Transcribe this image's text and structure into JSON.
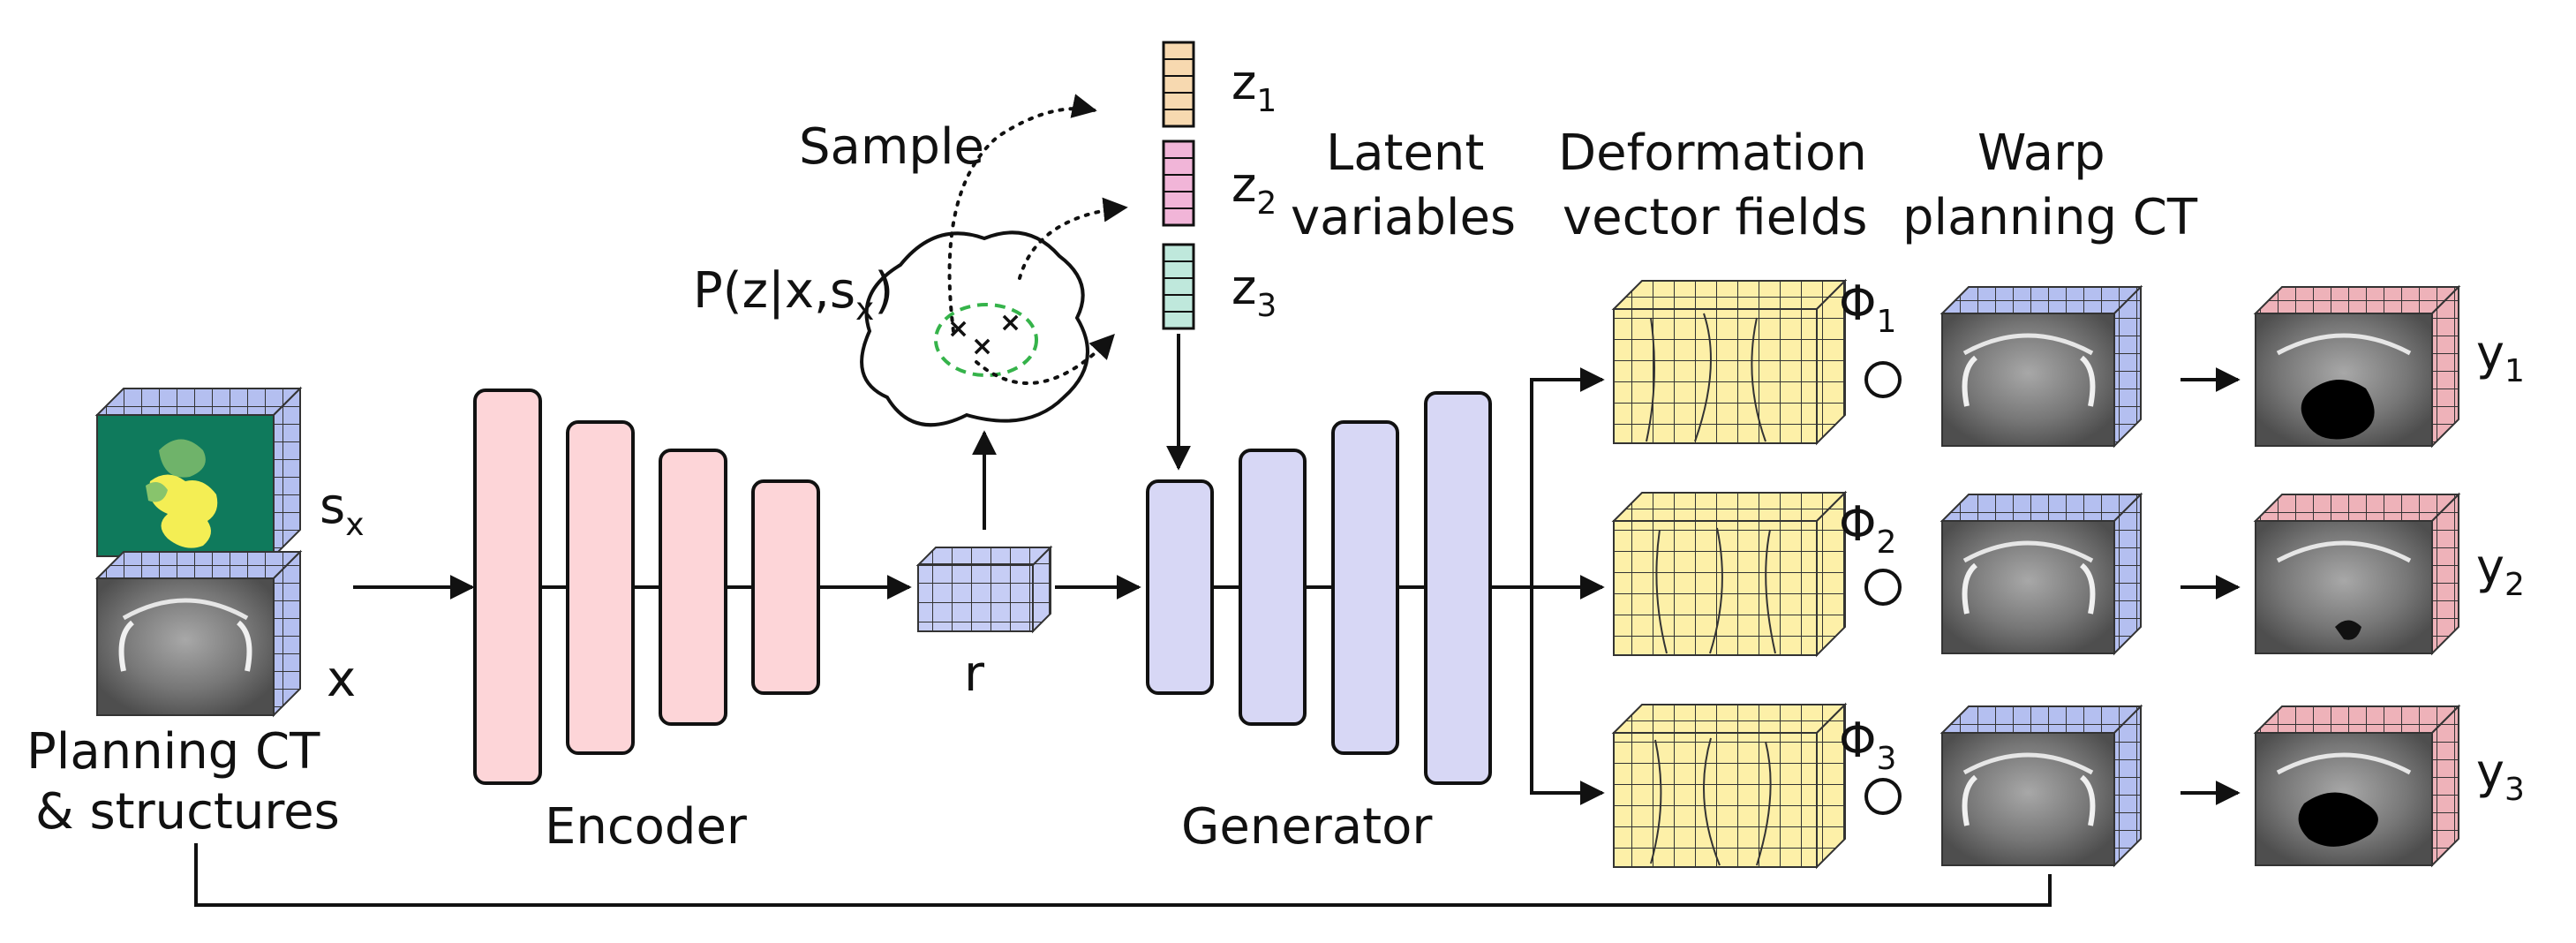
{
  "labels": {
    "sample": "Sample",
    "posterior": "P(z|x,s",
    "posterior_sub": "x",
    "posterior_close": ")",
    "latent_line1": "Latent",
    "latent_line2": "variables",
    "dvf_line1": "Deformation",
    "dvf_line2": "vector fields",
    "warp_line1": "Warp",
    "warp_line2": "planning CT",
    "planning_line1": "Planning CT",
    "planning_line2": "& structures",
    "encoder": "Encoder",
    "generator": "Generator",
    "r": "r",
    "x": "x",
    "s": "s",
    "s_sub": "x"
  },
  "latents": [
    {
      "symbol": "z",
      "sub": "1",
      "color": "#f7d9b0"
    },
    {
      "symbol": "z",
      "sub": "2",
      "color": "#f1b5d8"
    },
    {
      "symbol": "z",
      "sub": "3",
      "color": "#bfe8dc"
    }
  ],
  "phis": [
    {
      "symbol": "Φ",
      "sub": "1"
    },
    {
      "symbol": "Φ",
      "sub": "2"
    },
    {
      "symbol": "Φ",
      "sub": "3"
    }
  ],
  "outputs": [
    {
      "symbol": "y",
      "sub": "1"
    },
    {
      "symbol": "y",
      "sub": "2"
    },
    {
      "symbol": "y",
      "sub": "3"
    }
  ],
  "colors": {
    "encoder": "#fdd5d8",
    "generator": "#d7d7f5",
    "dvf": "#fdf0a8",
    "warp_grid": "#aeb9ee",
    "output_grid": "#eeadb4",
    "ct": "#8a8a8a",
    "segmentation_bg": "#0f7a5c",
    "segmentation_fg": "#f4ee54",
    "posterior_ellipse": "#35b34a"
  }
}
